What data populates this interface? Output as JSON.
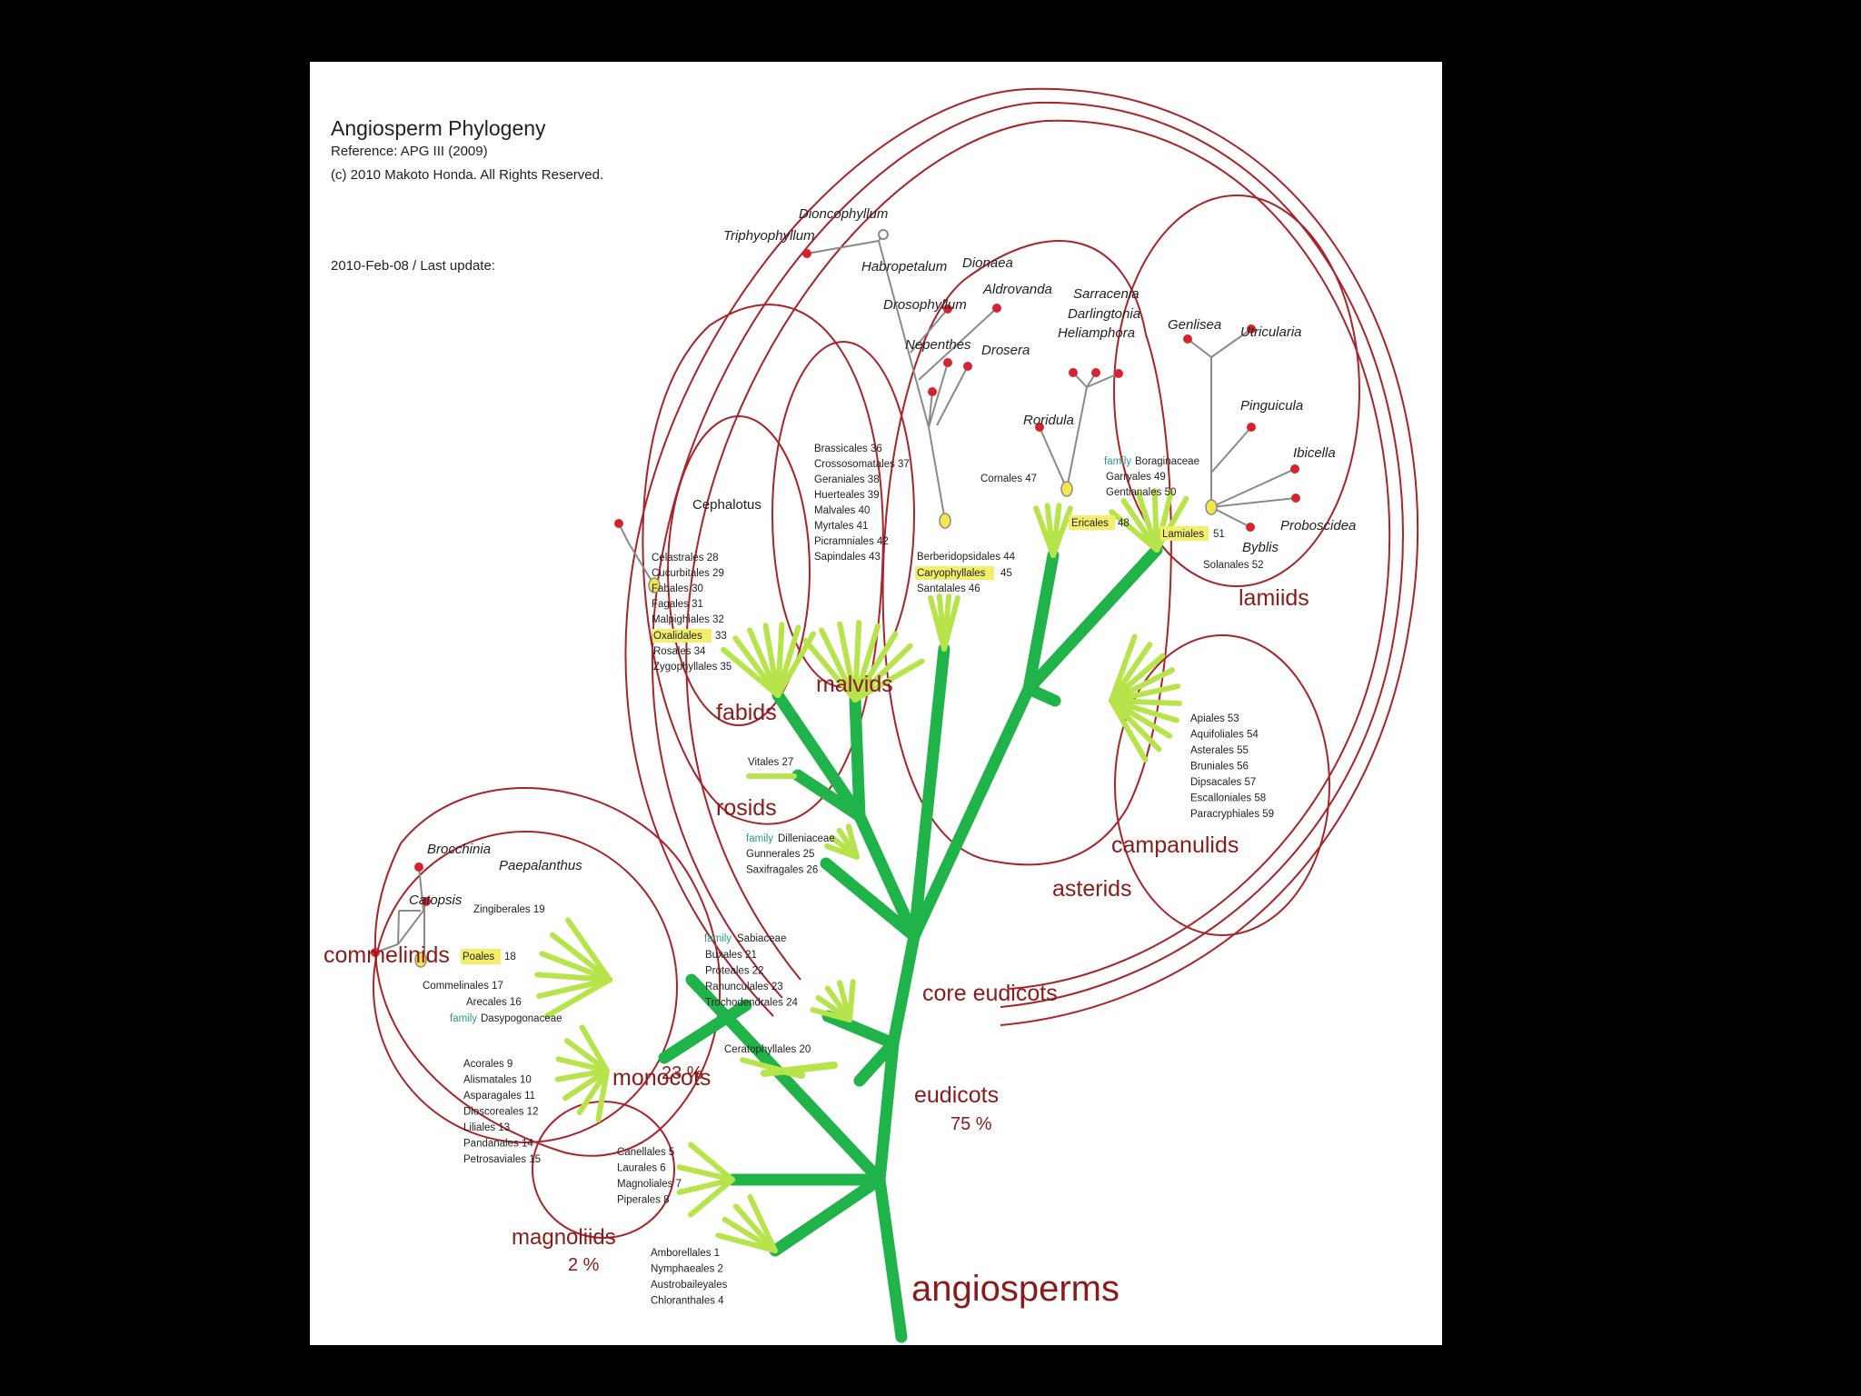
{
  "header": {
    "title": "Angiosperm Phylogeny",
    "reference": "Reference: APG III (2009)",
    "copyright": "(c) 2010 Makoto Honda. All Rights Reserved.",
    "update": "2010-Feb-08 / Last update:"
  },
  "colors": {
    "trunk": "#1fb34a",
    "twig": "#b7e34b",
    "outline": "#a8232a",
    "node": "#f2e84a",
    "tip": "#d5242f",
    "stem": "#8a8a8a",
    "highlight": "#f4ef6a",
    "clade_text": "#8b1a1a",
    "family_text": "#2a9a8a"
  },
  "clades": {
    "angiosperms": "angiosperms",
    "eudicots": "eudicots",
    "eudicots_pct": "75 %",
    "core_eudicots": "core eudicots",
    "rosids": "rosids",
    "fabids": "fabids",
    "malvids": "malvids",
    "asterids": "asterids",
    "lamiids": "lamiids",
    "campanulids": "campanulids",
    "commelinids": "commelinids",
    "monocots": "monocots",
    "monocots_pct": "23 %",
    "magnoliids": "magnoliids",
    "magnoliids_pct": "2 %"
  },
  "orders": {
    "basal": [
      "Amborellales  1",
      "Nymphaeales  2",
      "Austrobaileyales",
      "Chloranthales 4"
    ],
    "magnoliids": [
      "Canellales  5",
      "Laurales  6",
      "Magnoliales  7",
      "Piperales  8"
    ],
    "monocots": [
      "Acorales  9",
      "Alismatales  10",
      "Asparagales  11",
      "Dioscoreales  12",
      "Liliales  13",
      "Pandanales  14",
      "Petrosaviales  15"
    ],
    "commelinids": [
      "Zingiberales  19",
      "Commelinales  17",
      "Arecales  16"
    ],
    "poales": "Poales",
    "poales_num": "18",
    "dasypogonaceae": "Dasypogonaceae",
    "family_word": "family",
    "ceratophyllales": "Ceratophyllales  20",
    "sabiaceae": "Sabiaceae",
    "basal_eudicots": [
      "Buxales 21",
      "Proteales 22",
      "Ranunculales 23",
      "Trochodendrales 24"
    ],
    "dilleniaceae": "Dilleniaceae",
    "gunnerales": [
      "Gunnerales  25",
      "Saxifragales  26"
    ],
    "vitales": "Vitales  27",
    "fabids": [
      "Celastrales  28",
      "Cucurbitales  29",
      "Fabales  30",
      "Fagales  31",
      "Malpighiales  32"
    ],
    "oxalidales": "Oxalidales",
    "oxalidales_num": "33",
    "fabids_tail": [
      "Rosales  34",
      "Zygophyllales  35"
    ],
    "malvids": [
      "Brassicales  36",
      "Crossosomatales  37",
      "Geraniales  38",
      "Huerteales  39",
      "Malvales  40",
      "Myrtales  41",
      "Picramniales  42",
      "Sapindales  43"
    ],
    "berberidopsidales": "Berberidopsidales  44",
    "caryophyllales": "Caryophyllales",
    "caryophyllales_num": "45",
    "santalales": "Santalales  46",
    "cornales": "Cornales  47",
    "ericales": "Ericales",
    "ericales_num": "48",
    "boraginaceae": "Boraginaceae",
    "garryales": "Garryales  49",
    "gentianales": "Gentianales  50",
    "lamiales": "Lamiales",
    "lamiales_num": "51",
    "solanales": "Solanales  52",
    "campanulids": [
      "Apiales  53",
      "Aquifoliales  54",
      "Asterales  55",
      "Bruniales  56",
      "Dipsacales  57",
      "Escalloniales  58",
      "Paracryphiales  59"
    ]
  },
  "genera": {
    "brocchinia": "Brocchinia",
    "paepalanthus": "Paepalanthus",
    "catopsis": "Catopsis",
    "cephalotus": "Cephalotus",
    "dioncophyllum": "Dioncophyllum",
    "triphyophyllum": "Triphyophyllum",
    "habropetalum": "Habropetalum",
    "dionaea": "Dionaea",
    "aldrovanda": "Aldrovanda",
    "drosophyllum": "Drosophyllum",
    "nepenthes": "Nepenthes",
    "drosera": "Drosera",
    "sarracenia": "Sarracenia",
    "darlingtonia": "Darlingtonia",
    "heliamphora": "Heliamphora",
    "roridula": "Roridula",
    "genlisea": "Genlisea",
    "utricularia": "Utricularia",
    "pinguicula": "Pinguicula",
    "ibicella": "Ibicella",
    "proboscidea": "Proboscidea",
    "byblis": "Byblis"
  }
}
